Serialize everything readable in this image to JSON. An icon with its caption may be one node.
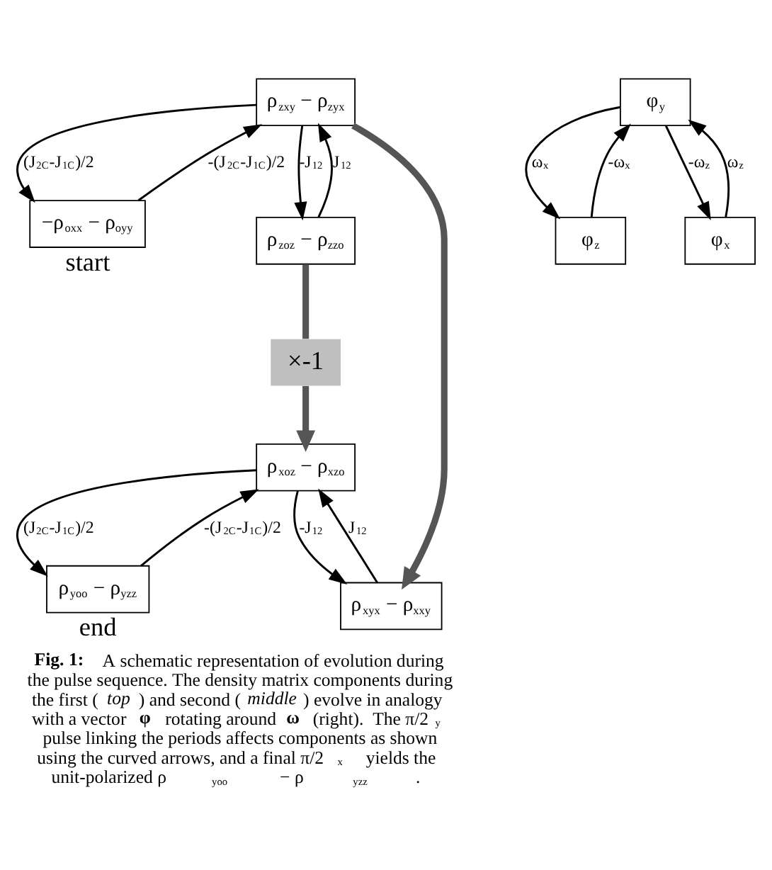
{
  "diagram": {
    "caption": "**Fig. 1:** A schematic representation of evolution during the pulse sequence. The density matrix components during the first (*top*) and second (*middle*) evolve in analogy with a vector **φ** rotating around **ω** (right).  The π/2$_{y}$ pulse linking the periods affects components as shown using the curved arrows, and a final π/2$_{x}$ yields the unit-polarized ρ$_{yoo}$ − ρ$_{yzz}$.",
    "nodes": [
      {
        "text": [
          "ρ$_{zxy}$ − ρ$_{zyx}$"
        ]
      },
      {
        "text": [
          "−ρ$_{oxx}$ − ρ$_{oyy}$"
        ],
        "beside": [
          "start"
        ]
      },
      {
        "text": [
          "ρ$_{zoz}$ − ρ$_{zzo}$"
        ]
      },
      {
        "text": [
          "×-1"
        ]
      },
      {
        "text": [
          "ρ$_{xoz}$ − ρ$_{xzo}$"
        ]
      },
      {
        "text": [
          "ρ$_{yoo}$ − ρ$_{yzz}$"
        ],
        "beside": [
          "end"
        ]
      },
      {
        "text": [
          "ρ$_{xyx}$ − ρ$_{xxy}$"
        ]
      },
      {
        "text": [
          "φ$_{y}$"
        ]
      },
      {
        "text": [
          "φ$_{z}$"
        ]
      },
      {
        "text": [
          "φ$_{x}$"
        ]
      }
    ],
    "edges": [
      {
        "from": 0,
        "to": 1,
        "arrow": "to",
        "label": "(J$_{2C}$-J$_{1C}$)/2"
      },
      {
        "from": 1,
        "to": 0,
        "arrow": "to",
        "label": "-(J$_{2C}$-J$_{1C}$)/2"
      },
      {
        "from": 0,
        "to": 2,
        "arrow": "to",
        "label": "-J$_{12}$"
      },
      {
        "from": 2,
        "to": 0,
        "arrow": "to",
        "label": "J$_{12}$"
      },
      {
        "from": 2,
        "to": 3,
        "arrow": "none",
        "style": "thick"
      },
      {
        "from": 3,
        "to": 4,
        "arrow": "to",
        "style": "thick"
      },
      {
        "from": 0,
        "to": 6,
        "arrow": "to",
        "style": "thick"
      },
      {
        "from": 4,
        "to": 5,
        "arrow": "to",
        "label": "(J$_{2C}$-J$_{1C}$)/2"
      },
      {
        "from": 5,
        "to": 4,
        "arrow": "to",
        "label": "-(J$_{2C}$-J$_{1C}$)/2"
      },
      {
        "from": 4,
        "to": 6,
        "arrow": "to",
        "label": "-J$_{12}$"
      },
      {
        "from": 6,
        "to": 4,
        "arrow": "to",
        "label": "J$_{12}$"
      },
      {
        "from": 7,
        "to": 8,
        "arrow": "to",
        "label": "ω$_{x}$"
      },
      {
        "from": 8,
        "to": 7,
        "arrow": "to",
        "label": "-ω$_{x}$"
      },
      {
        "from": 7,
        "to": 9,
        "arrow": "to",
        "label": "-ω$_{z}$"
      },
      {
        "from": 9,
        "to": 7,
        "arrow": "to",
        "label": "ω$_{z}$"
      }
    ]
  }
}
